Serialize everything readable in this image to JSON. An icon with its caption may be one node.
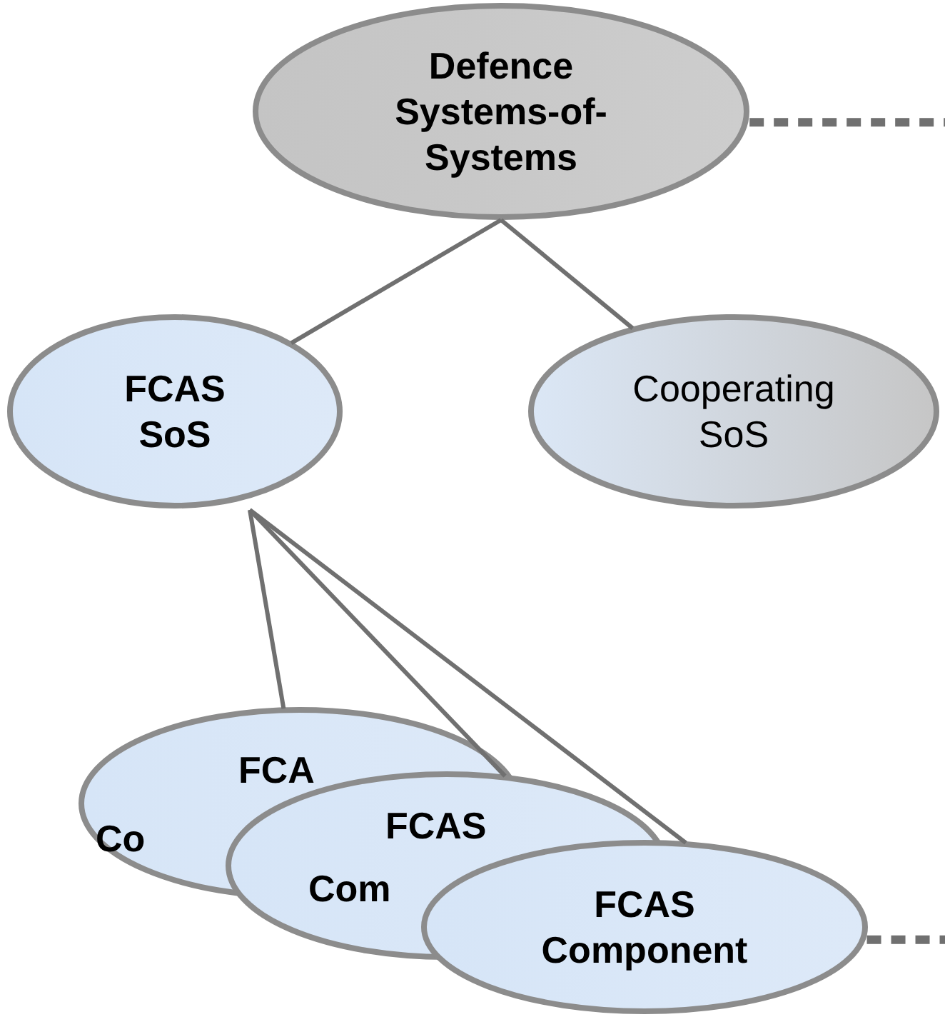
{
  "diagram": {
    "nodes": [
      {
        "text": [
          "Defence Systems-of-Systems"
        ]
      },
      {
        "text": [
          "FCAS SoS"
        ]
      },
      {
        "text": [
          "Cooperating SoS"
        ]
      },
      {
        "text": [
          "FCA",
          "Co"
        ]
      },
      {
        "text": [
          "FCAS",
          "Com"
        ]
      },
      {
        "text": [
          "FCAS Component"
        ]
      }
    ],
    "edges": [
      {
        "from": 0,
        "to": 1,
        "arrow": "none"
      },
      {
        "from": 0,
        "to": 2,
        "arrow": "none"
      },
      {
        "from": 1,
        "to": 3,
        "arrow": "none"
      },
      {
        "from": 1,
        "to": 4,
        "arrow": "none"
      },
      {
        "from": 1,
        "to": 5,
        "arrow": "none"
      },
      {
        "from": 0,
        "to": null,
        "arrow": "none",
        "style": "dashed"
      },
      {
        "from": 5,
        "to": null,
        "arrow": "none",
        "style": "dashed"
      }
    ]
  }
}
